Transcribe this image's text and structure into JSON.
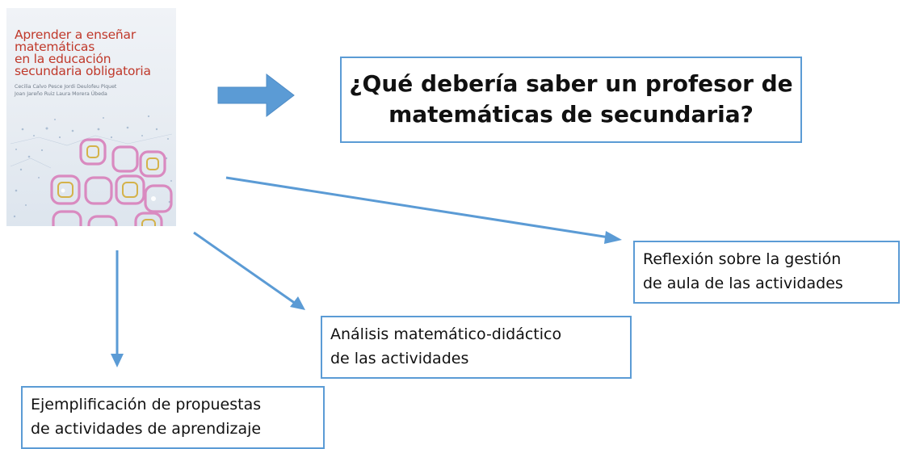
{
  "book": {
    "title_lines": [
      "Aprender a enseñar",
      "matemáticas",
      "en la educación",
      "secundaria obligatoria"
    ],
    "authors_lines": [
      "Cecilia Calvo Pesce    Jordi Deulofeu Piquet",
      "Joan Jareño Ruiz    Laura Morera Úbeda"
    ]
  },
  "main_question": {
    "line1": "¿Qué debería saber un profesor de",
    "line2": "matemáticas de secundaria?"
  },
  "boxes": {
    "reflexion": {
      "line1": "Reflexión sobre la gestión",
      "line2": "de aula de las actividades"
    },
    "analisis": {
      "line1": "Análisis matemático-didáctico",
      "line2": "de las actividades"
    },
    "ejemplificacion": {
      "line1": "Ejemplificación de propuestas",
      "line2": "de actividades de aprendizaje"
    }
  },
  "colors": {
    "arrow": "#5b9bd5",
    "box_border": "#5b9bd5",
    "book_title": "#c0392b",
    "ring_pink": "#d98ac0",
    "ring_gold": "#d4b24a"
  }
}
